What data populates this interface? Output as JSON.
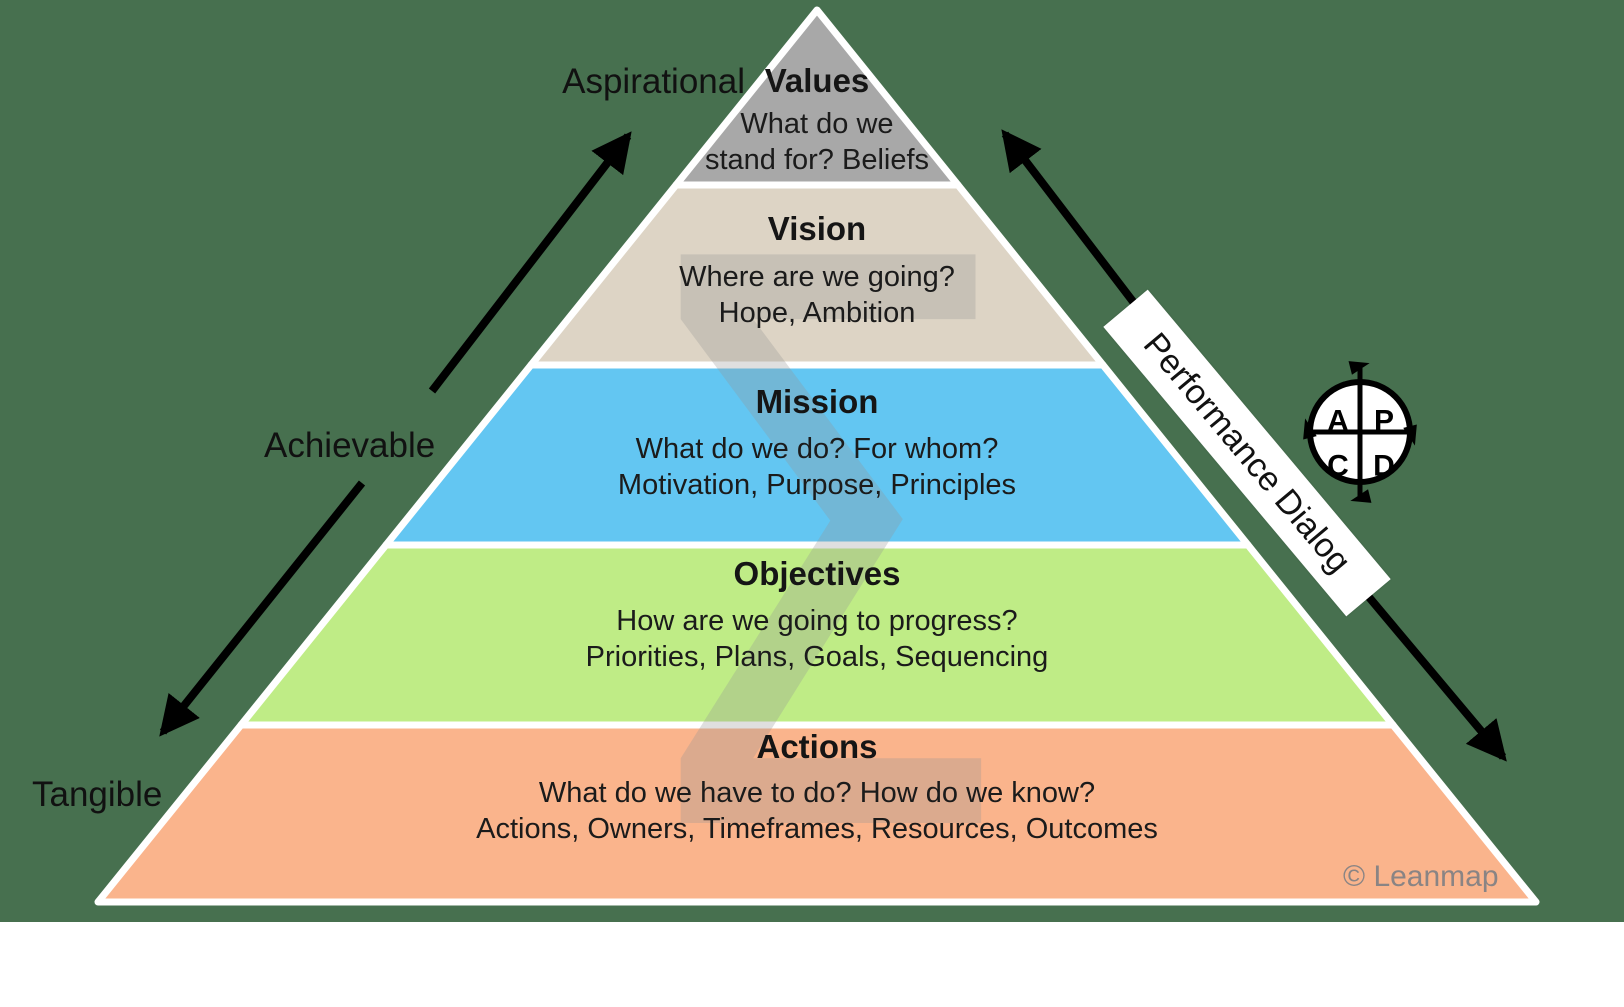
{
  "diagram": {
    "background_color": "#47704F",
    "levels": [
      {
        "title": "Values",
        "question": "What do we",
        "detail": "stand for? Beliefs",
        "color": "#A8A8A8"
      },
      {
        "title": "Vision",
        "question": "Where are we going?",
        "detail": "Hope, Ambition",
        "color": "#DDD4C5"
      },
      {
        "title": "Mission",
        "question": "What do we do? For whom?",
        "detail": "Motivation, Purpose, Principles",
        "color": "#63C6F2"
      },
      {
        "title": "Objectives",
        "question": "How are we going to progress?",
        "detail": "Priorities, Plans, Goals, Sequencing",
        "color": "#BFEC86"
      },
      {
        "title": "Actions",
        "question": "What do we have to do? How do we know?",
        "detail": "Actions, Owners, Timeframes, Resources, Outcomes",
        "color": "#FAB48C"
      }
    ],
    "side_labels": {
      "top": "Aspirational",
      "middle": "Achievable",
      "bottom": "Tangible"
    },
    "performance_dialog_label": "Performance Dialog",
    "pdca": {
      "letters": [
        "A",
        "P",
        "C",
        "D"
      ]
    },
    "watermark": "Σ",
    "copyright": "© Leanmap",
    "accent_colors": {
      "arrow": "#000000",
      "separator": "#FFFFFF",
      "copyright_text": "#8A8484"
    }
  }
}
